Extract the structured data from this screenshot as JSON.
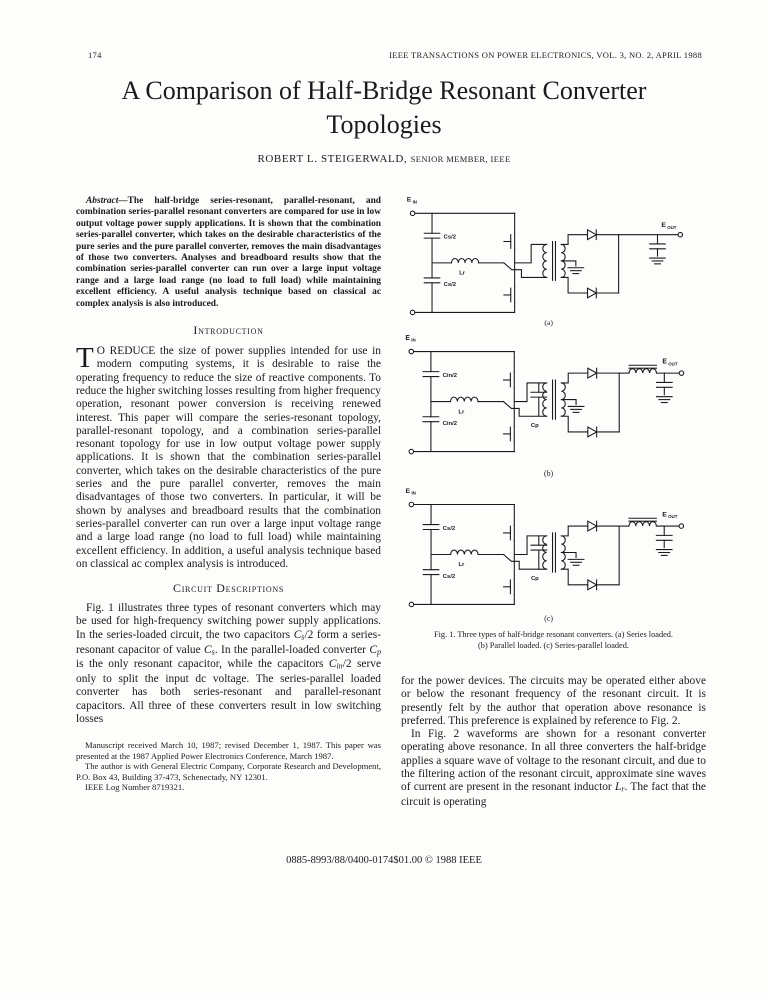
{
  "header": {
    "page_number": "174",
    "journal": "IEEE TRANSACTIONS ON POWER ELECTRONICS, VOL. 3, NO. 2, APRIL 1988"
  },
  "title": {
    "line1": "A Comparison of Half-Bridge Resonant Converter",
    "line2": "Topologies"
  },
  "author": {
    "name": "ROBERT L. STEIGERWALD,",
    "membership": "SENIOR MEMBER, IEEE"
  },
  "abstract": {
    "label": "Abstract—",
    "text": "The half-bridge series-resonant, parallel-resonant, and combination series-parallel resonant converters are compared for use in low output voltage power supply applications. It is shown that the combination series-parallel converter, which takes on the desirable characteristics of the pure series and the pure parallel converter, removes the main disadvantages of those two converters. Analyses and breadboard results show that the combination series-parallel converter can run over a large input voltage range and a large load range (no load to full load) while maintaining excellent efficiency. A useful analysis technique based on classical ac complex analysis is also introduced."
  },
  "introduction": {
    "heading": "Introduction",
    "dropcap": "T",
    "para1": "O REDUCE the size of power supplies intended for use in modern computing systems, it is desirable to raise the operating frequency to reduce the size of reactive components. To reduce the higher switching losses resulting from higher frequency operation, resonant power conversion is receiving renewed interest. This paper will compare the series-resonant topology, parallel-resonant topology, and a combination series-parallel resonant topology for use in low output voltage power supply applications. It is shown that the combination series-parallel converter, which takes on the desirable characteristics of the pure series and the pure parallel converter, removes the main disadvantages of those two converters. In particular, it will be shown by analyses and breadboard results that the combination series-parallel converter can run over a large input voltage range and a large load range (no load to full load) while maintaining excellent efficiency. In addition, a useful analysis technique based on classical ac complex analysis is introduced."
  },
  "circuit_descriptions": {
    "heading": "Circuit Descriptions",
    "para1_segments": [
      {
        "t": "Fig. 1 illustrates three types of resonant converters which may be used for high-frequency switching power supply applications. In the series-loaded circuit, the two capacitors "
      },
      {
        "t": "C",
        "c": "var"
      },
      {
        "t": "s",
        "c": "varsub"
      },
      {
        "t": "/2 form a series-resonant capacitor of value "
      },
      {
        "t": "C",
        "c": "var"
      },
      {
        "t": "s",
        "c": "varsub"
      },
      {
        "t": ". In the parallel-loaded converter "
      },
      {
        "t": "C",
        "c": "var"
      },
      {
        "t": "p",
        "c": "varsub"
      },
      {
        "t": " is the only resonant capacitor, while the capacitors "
      },
      {
        "t": "C",
        "c": "var"
      },
      {
        "t": "in",
        "c": "varsub"
      },
      {
        "t": "/2 serve only to split the input dc voltage. The series-parallel loaded converter has both series-resonant and parallel-resonant capacitors. All three of these converters result in low switching losses"
      }
    ]
  },
  "right_column": {
    "para1": "for the power devices. The circuits may be operated either above or below the resonant frequency of the resonant circuit. It is presently felt by the author that operation above resonance is preferred. This preference is explained by reference to Fig. 2.",
    "para2_segments": [
      {
        "t": "In Fig. 2 waveforms are shown for a resonant converter operating above resonance. In all three converters the half-bridge applies a square wave of voltage to the resonant circuit, and due to the filtering action of the resonant circuit, approximate sine waves of current are present in the resonant inductor "
      },
      {
        "t": "L",
        "c": "var"
      },
      {
        "t": "r",
        "c": "varsub"
      },
      {
        "t": ". The fact that the circuit is operating"
      }
    ]
  },
  "fig1": {
    "caption_line1": "Fig. 1. Three types of half-bridge resonant converters. (a) Series loaded.",
    "caption_line2": "(b) Parallel loaded. (c) Series-parallel loaded.",
    "circuits": [
      {
        "tag": "(a)",
        "ein": "E",
        "ein_sub": "IN",
        "eout": "E",
        "eout_sub": "OUT",
        "cap_top": "Cs/2",
        "cap_bot": "Cs/2",
        "inductor": "Lr"
      },
      {
        "tag": "(b)",
        "ein": "E",
        "ein_sub": "IN",
        "eout": "E",
        "eout_sub": "OUT",
        "cap_top": "Cin/2",
        "cap_bot": "Cin/2",
        "inductor": "Lr",
        "cp": "Cp"
      },
      {
        "tag": "(c)",
        "ein": "E",
        "ein_sub": "IN",
        "eout": "E",
        "eout_sub": "OUT",
        "cap_top": "Cs/2",
        "cap_bot": "Cs/2",
        "inductor": "Lr",
        "cp": "Cp"
      }
    ]
  },
  "footnotes": [
    "Manuscript received March 10, 1987; revised December 1, 1987. This paper was presented at the 1987 Applied Power Electronics Conference, March 1987.",
    "The author is with General Electric Company, Corporate Research and Development, P.O. Box 43, Building 37-473, Schenectady, NY 12301.",
    "IEEE Log Number 8719321."
  ],
  "footer": {
    "copyright": "0885-8993/88/0400-0174$01.00 © 1988 IEEE"
  },
  "colors": {
    "ink": "#1a1a1a",
    "paper": "#fdfdfb"
  }
}
